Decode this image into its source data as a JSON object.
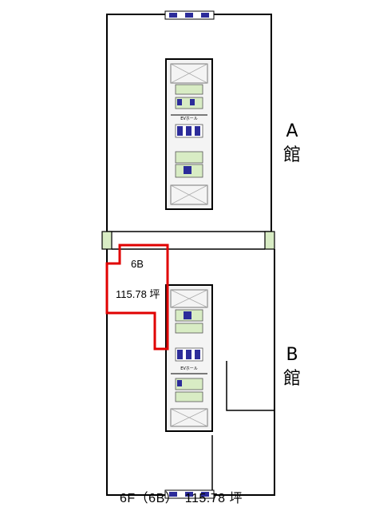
{
  "building_a": {
    "letter": "A",
    "kanji": "館"
  },
  "building_b": {
    "letter": "B",
    "kanji": "館"
  },
  "unit": {
    "name": "6B",
    "area": "115.78 坪",
    "outline_color": "#e00000"
  },
  "caption": "6F（6B）　115.78 坪",
  "core_labels": [
    "EVホール",
    "EVホール"
  ],
  "colors": {
    "wall": "#000000",
    "core_fill": "#f4f4f4",
    "wc_green": "#d8ecc4",
    "ev_blue": "#2c2c9a",
    "highlight": "#e00000"
  }
}
